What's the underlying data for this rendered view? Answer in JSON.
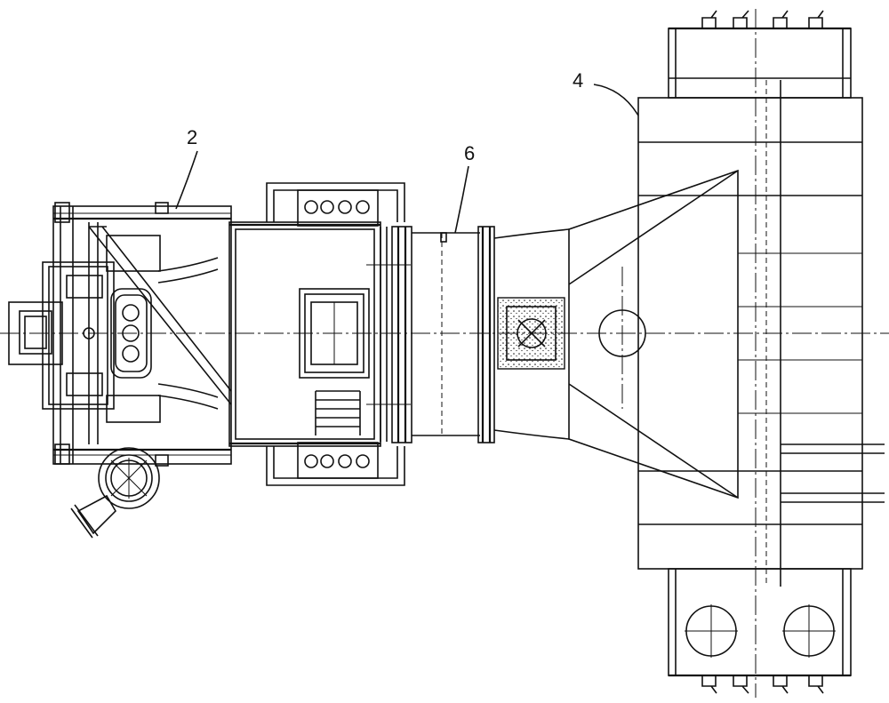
{
  "labels": {
    "label_2": "2",
    "label_4": "4",
    "label_6": "6"
  },
  "colors": {
    "ink": "#111111",
    "background": "#ffffff"
  }
}
